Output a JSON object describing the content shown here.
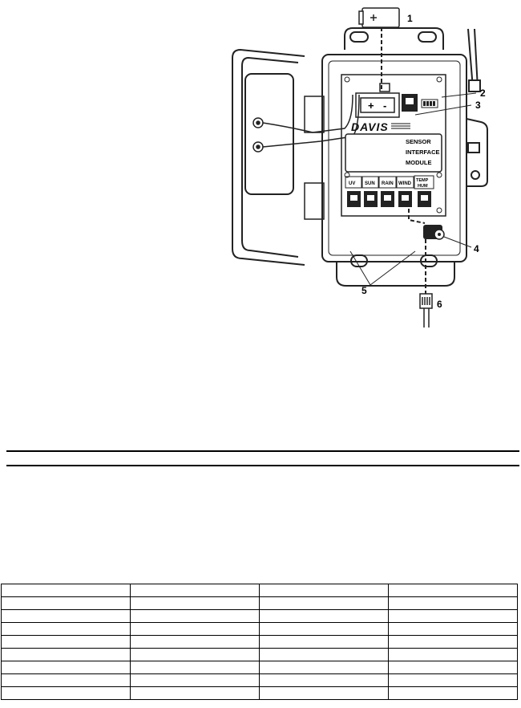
{
  "diagram": {
    "callouts": [
      "1",
      "2",
      "3",
      "4",
      "5",
      "6"
    ],
    "brand_logo_text": "DAVIS",
    "module_label": [
      "SENSOR",
      "INTERFACE",
      "MODULE"
    ],
    "ports": [
      "UV",
      "SUN",
      "RAIN",
      "WIND"
    ],
    "temp_hum_port": [
      "TEMP",
      "HUM"
    ],
    "battery_plus": "+",
    "battery_minus": "-"
  },
  "table": {
    "rows": 9,
    "columns": 4
  }
}
